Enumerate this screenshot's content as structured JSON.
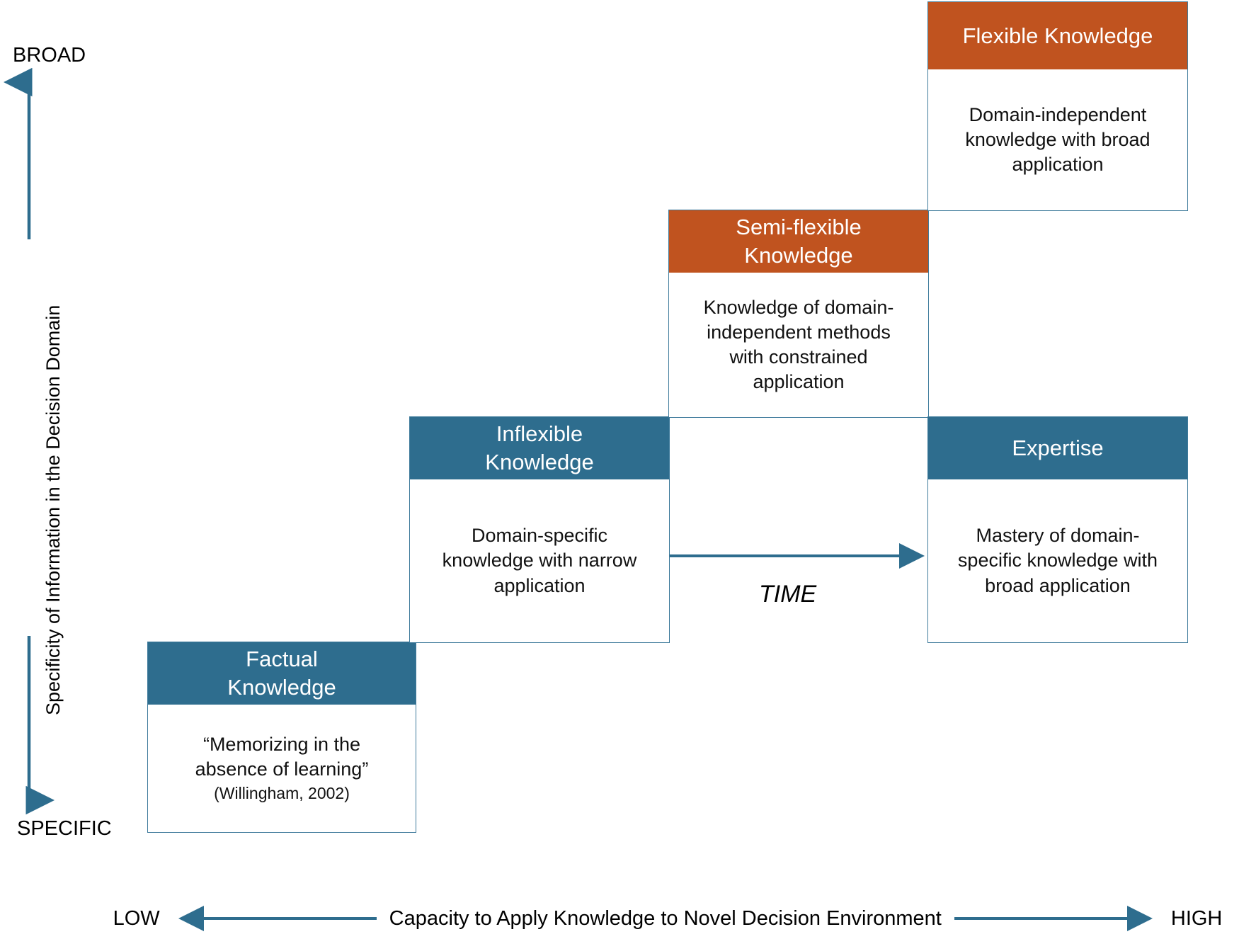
{
  "figure": {
    "y_axis": {
      "top_cap": "BROAD",
      "bottom_cap": "SPECIFIC",
      "title": "Specificity of Information in the Decision Domain"
    },
    "x_axis": {
      "low_cap": "LOW",
      "high_cap": "HIGH",
      "title": "Capacity to Apply Knowledge to Novel Decision Environment"
    },
    "time_arrow_label": "TIME",
    "colors": {
      "blue_header": "#2E6D8E",
      "orange_header": "#C0531F",
      "box_border": "#3E7A9B",
      "arrow": "#2E6D8E",
      "text": "#000000",
      "header_text": "#FFFFFF",
      "background": "#FFFFFF"
    },
    "stages": [
      {
        "id": "factual-knowledge",
        "title": "Factual\nKnowledge",
        "header_color": "blue",
        "description": "“Memorizing in the\nabsence of learning”",
        "citation": "(Willingham, 2002)"
      },
      {
        "id": "inflexible-knowledge",
        "title": "Inflexible\nKnowledge",
        "header_color": "blue",
        "description": "Domain-specific\nknowledge with narrow\napplication",
        "citation": ""
      },
      {
        "id": "semi-flexible-knowledge",
        "title": "Semi-flexible\nKnowledge",
        "header_color": "orange",
        "description": "Knowledge of domain-\nindependent methods\nwith constrained\napplication",
        "citation": ""
      },
      {
        "id": "flexible-knowledge",
        "title": "Flexible Knowledge",
        "header_color": "orange",
        "description": "Domain-independent\nknowledge with broad\napplication",
        "citation": ""
      },
      {
        "id": "expertise",
        "title": "Expertise",
        "header_color": "blue",
        "description": "Mastery of domain-\nspecific knowledge with\nbroad application",
        "citation": ""
      }
    ]
  }
}
